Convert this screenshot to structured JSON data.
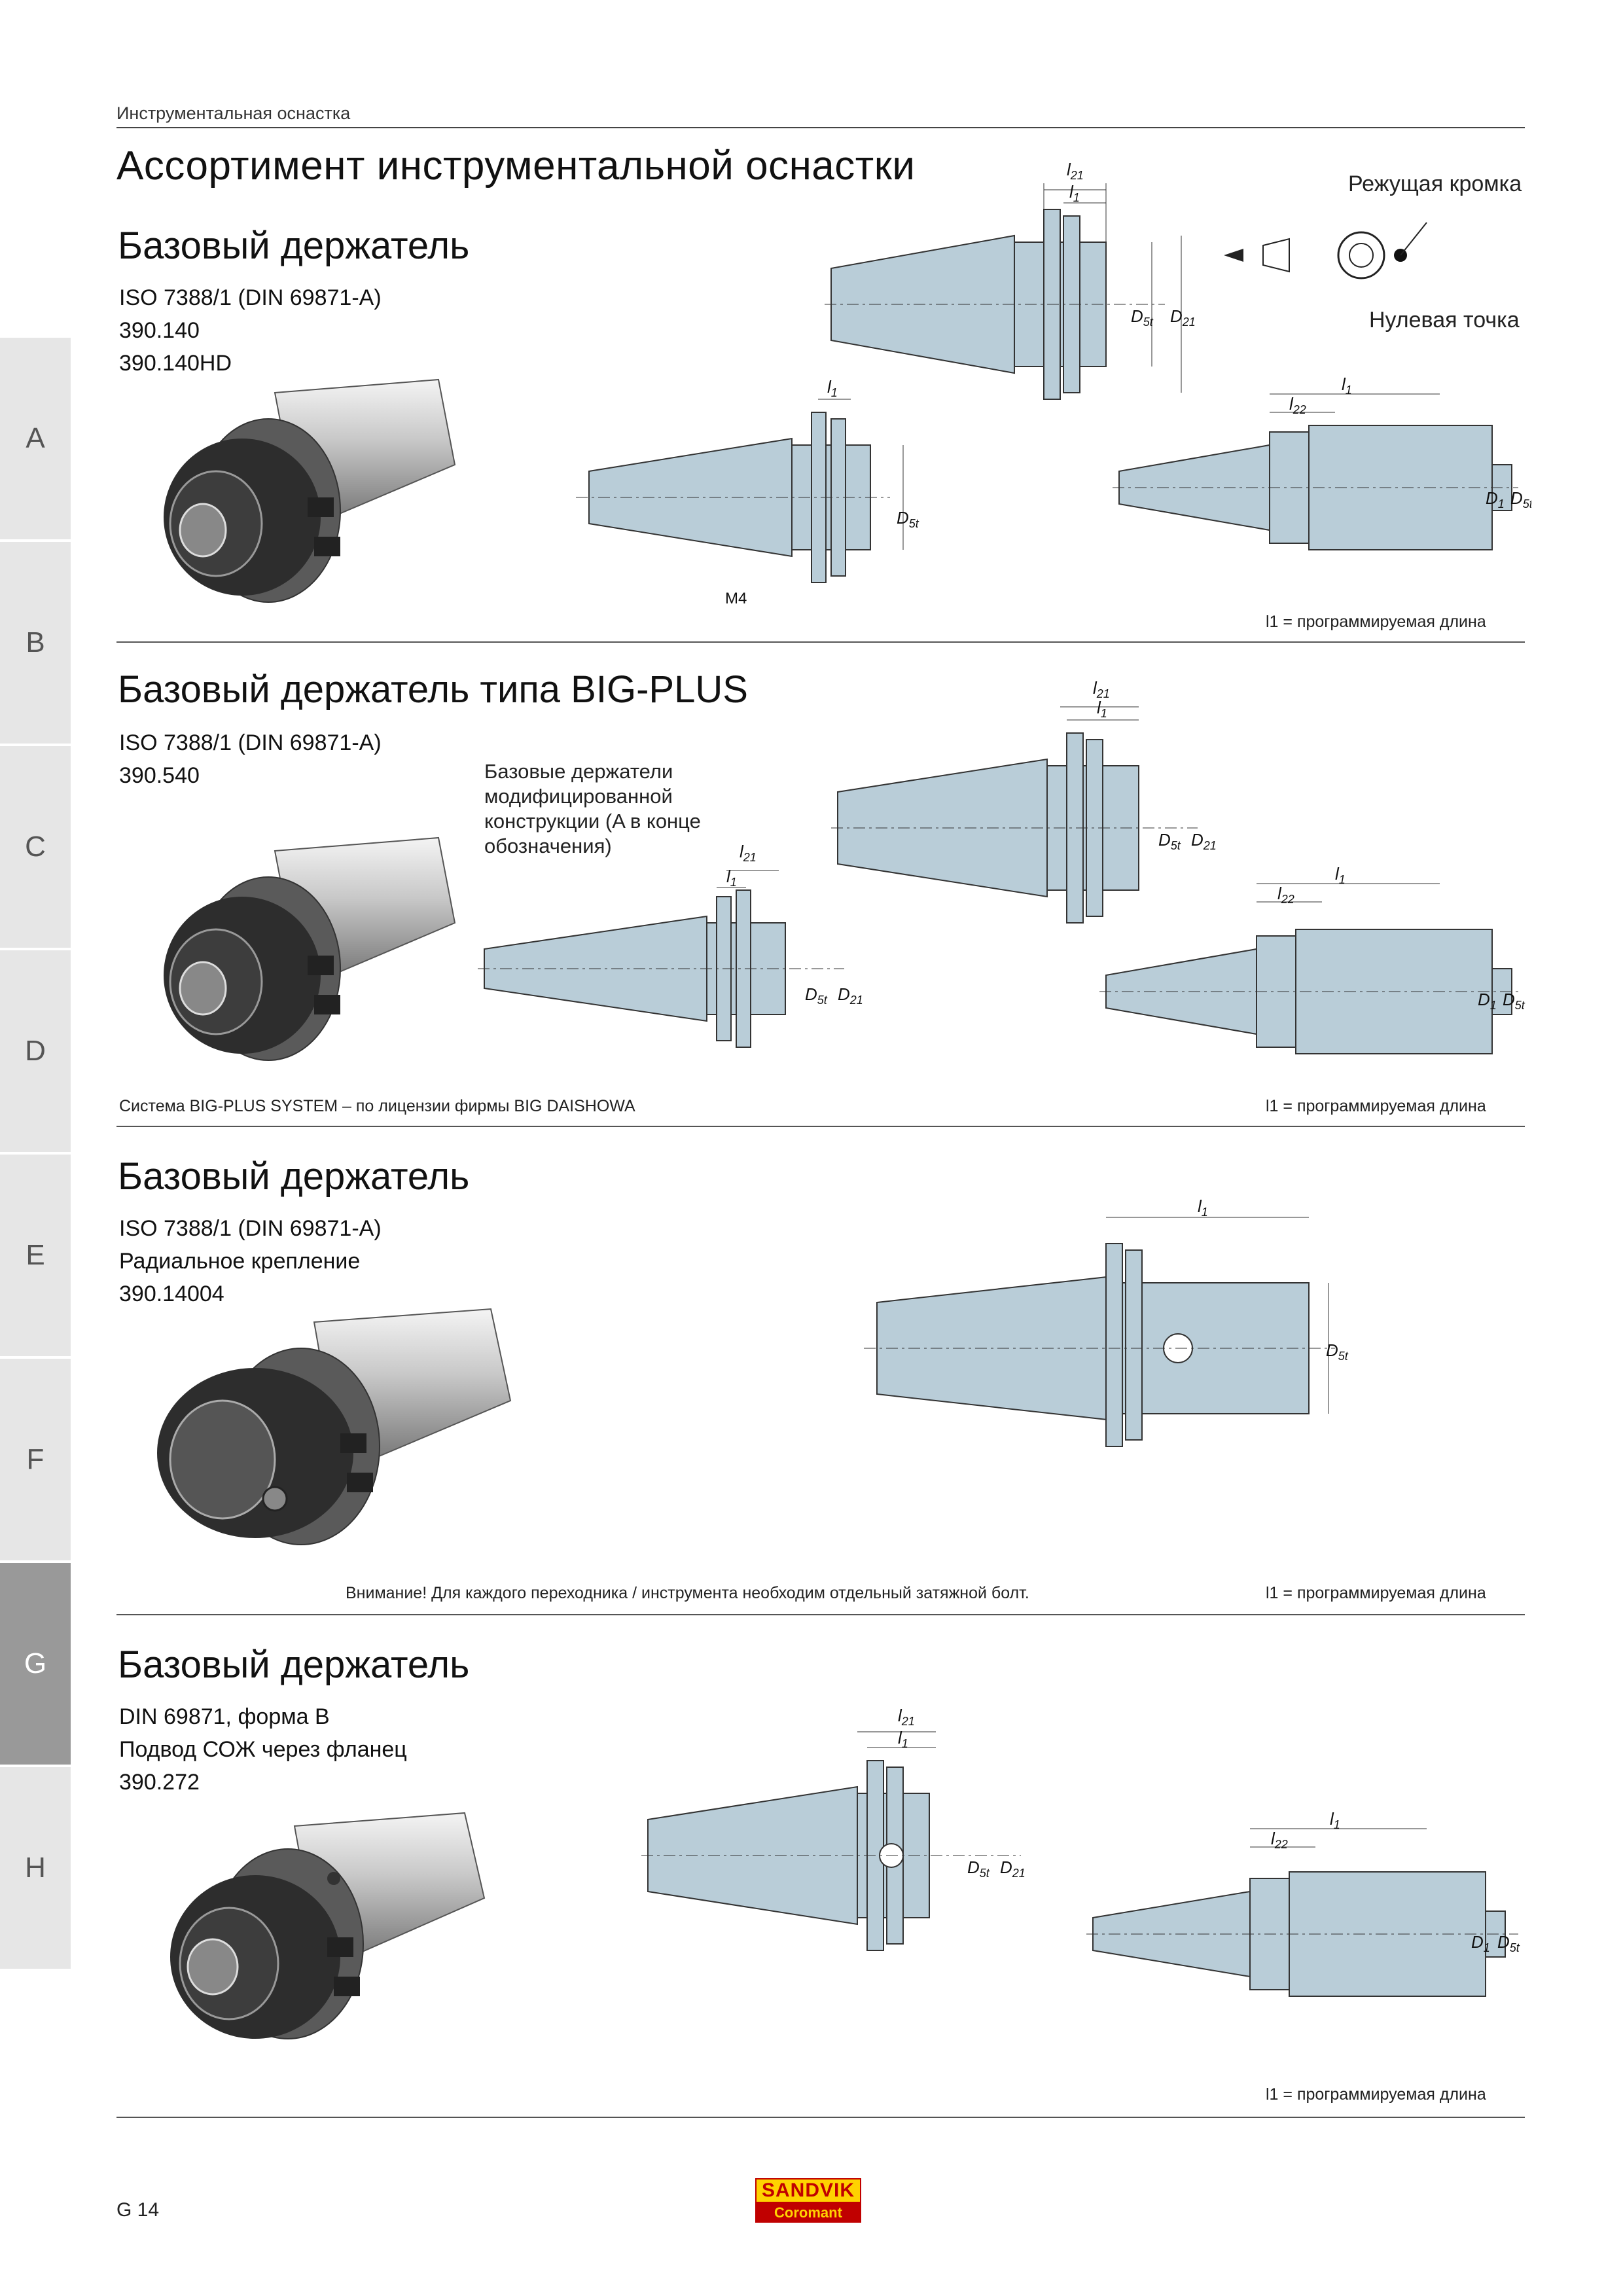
{
  "header": {
    "section_label": "Инструментальная оснастка",
    "page_title": "Ассортимент инструментальной оснастки"
  },
  "side_tabs": [
    {
      "letter": "A",
      "active": false
    },
    {
      "letter": "B",
      "active": false
    },
    {
      "letter": "C",
      "active": false
    },
    {
      "letter": "D",
      "active": false
    },
    {
      "letter": "E",
      "active": false
    },
    {
      "letter": "F",
      "active": false
    },
    {
      "letter": "G",
      "active": true
    },
    {
      "letter": "H",
      "active": false
    }
  ],
  "sections": [
    {
      "title": "Базовый держатель",
      "lines": [
        "ISO 7388/1 (DIN 69871-A)",
        "390.140",
        "390.140HD"
      ],
      "legend_cutting_edge": "Режущая кромка",
      "legend_zero_point": "Нулевая точка",
      "label_m4": "M4",
      "note": "l1 = программируемая длина"
    },
    {
      "title": "Базовый держатель типа BIG-PLUS",
      "lines": [
        "ISO 7388/1 (DIN 69871-A)",
        "390.540"
      ],
      "modified_note": [
        "Базовые держатели",
        "модифицированной",
        "конструкции (A в конце",
        "обозначения)"
      ],
      "license": "Система BIG-PLUS SYSTEM – по лицензии фирмы BIG DAISHOWA",
      "note": "l1 = программируемая длина"
    },
    {
      "title": "Базовый держатель",
      "lines": [
        "ISO 7388/1 (DIN 69871-A)",
        "Радиальное крепление",
        "390.14004"
      ],
      "warning": "Внимание! Для каждого переходника / инструмента необходим отдельный затяжной болт.",
      "note": "l1 = программируемая длина"
    },
    {
      "title": "Базовый держатель",
      "lines": [
        "DIN 69871, форма B",
        "Подвод СОЖ через фланец",
        "390.272"
      ],
      "note": "l1 = программируемая длина"
    }
  ],
  "dimensions": {
    "l1": "l1",
    "l21": "l21",
    "l22": "l22",
    "D1": "D1",
    "D5t": "D5t",
    "D21": "D21"
  },
  "footer": {
    "page_number": "G 14",
    "logo_top": "SANDVIK",
    "logo_bottom": "Coromant"
  },
  "colors": {
    "drawing_fill": "#b9cdd8",
    "drawing_stroke": "#333333",
    "active_tab": "#999999",
    "inactive_tab": "#e6e6e6",
    "logo_yellow": "#ffd200",
    "logo_red": "#c00000"
  }
}
